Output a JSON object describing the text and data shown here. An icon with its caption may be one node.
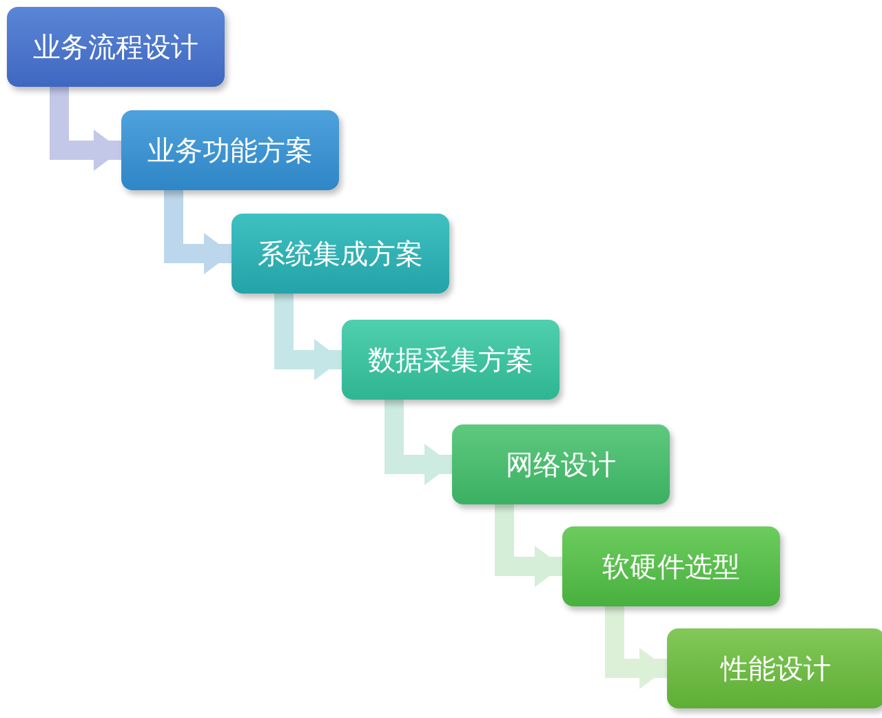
{
  "diagram": {
    "nodes": [
      {
        "text": [
          "业务流程设计"
        ]
      },
      {
        "text": [
          "业务功能方案"
        ]
      },
      {
        "text": [
          "系统集成方案"
        ]
      },
      {
        "text": [
          "数据采集方案"
        ]
      },
      {
        "text": [
          "网络设计"
        ]
      },
      {
        "text": [
          "软硬件选型"
        ]
      },
      {
        "text": [
          "性能设计"
        ]
      }
    ],
    "edges": [
      {
        "from": 0,
        "to": 1,
        "arrow": "to",
        "color": "#c3c8e8"
      },
      {
        "from": 1,
        "to": 2,
        "arrow": "to",
        "color": "#bcd6ec"
      },
      {
        "from": 2,
        "to": 3,
        "arrow": "to",
        "color": "#c4e6e6"
      },
      {
        "from": 3,
        "to": 4,
        "arrow": "to",
        "color": "#cdebe0"
      },
      {
        "from": 4,
        "to": 5,
        "arrow": "to",
        "color": "#d4eed8"
      },
      {
        "from": 5,
        "to": 6,
        "arrow": "to",
        "color": "#dcf0d8"
      }
    ]
  }
}
